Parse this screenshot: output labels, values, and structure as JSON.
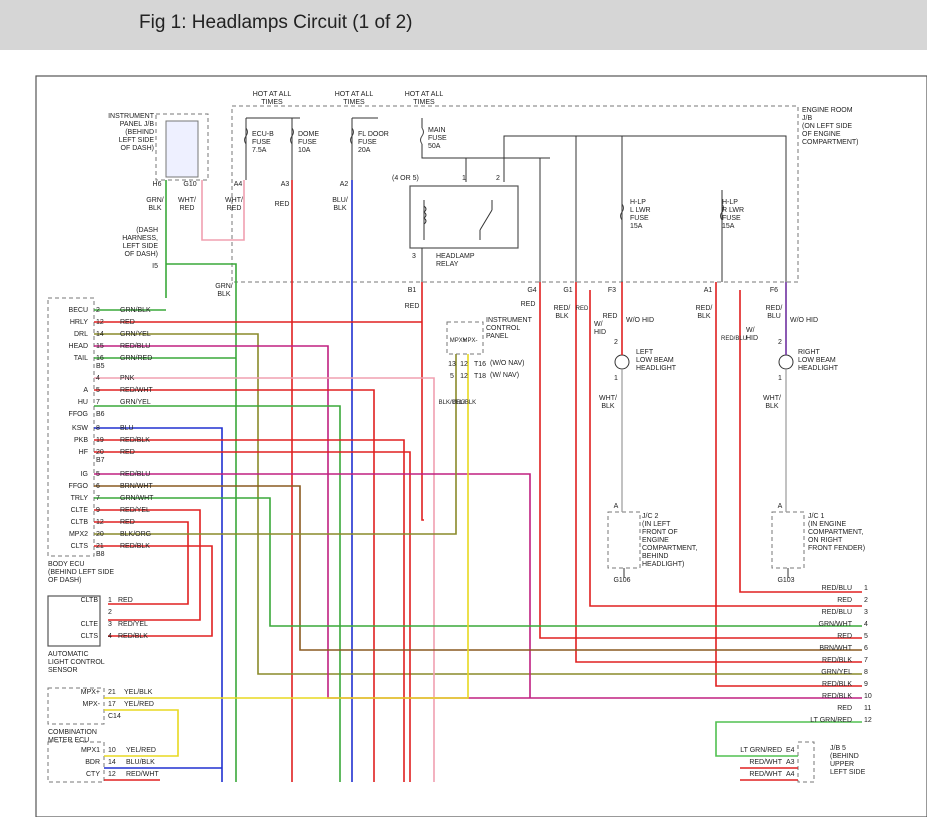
{
  "header": {
    "title": "Fig 1: Headlamps Circuit (1 of 2)"
  },
  "colors": {
    "red": "#e02020",
    "green": "#3aa83a",
    "pink": "#f0a0b0",
    "blue": "#2030d0",
    "yellow": "#e8d820",
    "olive": "#8a8a2a",
    "magenta": "#c02080",
    "brown": "#8a5a20",
    "purple": "#7030a0",
    "ltgreen": "#50c050",
    "gray": "#9a9a9a",
    "black": "#333333",
    "dashed": "#777777"
  },
  "diagram": {
    "hot_at_all_times": "HOT AT ALL\nTIMES",
    "instrument_panel_jb": "INSTRUMENT\nPANEL J/B\n(BEHIND\nLEFT SIDE\nOF DASH)",
    "engine_room_jb": "ENGINE ROOM\nJ/B\n(ON LEFT SIDE\nOF ENGINE\nCOMPARTMENT)",
    "ecu_b_fuse": "ECU-B\nFUSE\n7.5A",
    "dome_fuse": "DOME\nFUSE\n10A",
    "fl_door_fuse": "FL DOOR\nFUSE\n20A",
    "main_fuse": "MAIN\nFUSE\n50A",
    "hlp_l_fuse": "H-LP\nL LWR\nFUSE\n15A",
    "hlp_r_fuse": "H-LP\nR LWR\nFUSE\n15A",
    "headlamp_relay": "HEADLAMP\nRELAY",
    "relay_4or5": "(4 OR 5)",
    "dash_harness": "(DASH\nHARNESS,\nLEFT SIDE\nOF DASH)",
    "instrument_control_panel": "INSTRUMENT\nCONTROL\nPANEL",
    "wo_nav": "(W/O NAV)",
    "w_nav": "(W/ NAV)",
    "left_low_beam": "LEFT\nLOW BEAM\nHEADLIGHT",
    "right_low_beam": "RIGHT\nLOW BEAM\nHEADLIGHT",
    "w_hid": "W/\nHID",
    "wo_hid": "W/O HID",
    "jc2": "J/C 2\n(IN LEFT\nFRONT OF\nENGINE\nCOMPARTMENT,\nBEHIND\nHEADLIGHT)",
    "jc1": "J/C 1\n(IN ENGINE\nCOMPARTMENT,\nON RIGHT\nFRONT FENDER)",
    "g106": "G106",
    "g103": "G103",
    "body_ecu": "BODY ECU\n(BEHIND LEFT SIDE\nOF DASH)",
    "auto_light_sensor": "AUTOMATIC\nLIGHT CONTROL\nSENSOR",
    "combination_meter": "COMBINATION\nMETER ECU",
    "jb5": "J/B 5\n(BEHIND\nUPPER\nLEFT SIDE",
    "body_ecu_pins": [
      {
        "name": "BECU",
        "pin": "2",
        "wire": "GRN/BLK"
      },
      {
        "name": "HRLY",
        "pin": "12",
        "wire": "RED"
      },
      {
        "name": "DRL",
        "pin": "14",
        "wire": "GRN/YEL"
      },
      {
        "name": "HEAD",
        "pin": "15",
        "wire": "RED/BLU"
      },
      {
        "name": "TAIL",
        "pin": "16",
        "wire": "GRN/RED"
      },
      {
        "name": "",
        "pin": "B5",
        "wire": ""
      },
      {
        "name": "",
        "pin": "4",
        "wire": "PNK"
      },
      {
        "name": "A",
        "pin": "5",
        "wire": "RED/WHT"
      },
      {
        "name": "HU",
        "pin": "7",
        "wire": "GRN/YEL"
      },
      {
        "name": "FFOG",
        "pin": "B6",
        "wire": ""
      },
      {
        "name": "KSW",
        "pin": "8",
        "wire": "BLU"
      },
      {
        "name": "PKB",
        "pin": "19",
        "wire": "RED/BLK"
      },
      {
        "name": "HF",
        "pin": "20",
        "wire": "RED"
      },
      {
        "name": "",
        "pin": "B7",
        "wire": ""
      },
      {
        "name": "IG",
        "pin": "5",
        "wire": "RED/BLU"
      },
      {
        "name": "FFGO",
        "pin": "6",
        "wire": "BRN/WHT"
      },
      {
        "name": "TRLY",
        "pin": "7",
        "wire": "GRN/WHT"
      },
      {
        "name": "CLTE",
        "pin": "9",
        "wire": "RED/YEL"
      },
      {
        "name": "CLTB",
        "pin": "12",
        "wire": "RED"
      },
      {
        "name": "MPX2",
        "pin": "20",
        "wire": "BLK/ORG"
      },
      {
        "name": "CLTS",
        "pin": "21",
        "wire": "RED/BLK"
      },
      {
        "name": "",
        "pin": "B8",
        "wire": ""
      }
    ],
    "sensor_pins": [
      {
        "name": "CLTB",
        "pin": "1",
        "wire": "RED"
      },
      {
        "name": "",
        "pin": "2",
        "wire": ""
      },
      {
        "name": "CLTE",
        "pin": "3",
        "wire": "RED/YEL"
      },
      {
        "name": "CLTS",
        "pin": "4",
        "wire": "RED/BLK"
      }
    ],
    "meter_pins": [
      {
        "name": "MPX+",
        "pin": "21",
        "wire": "YEL/BLK"
      },
      {
        "name": "MPX-",
        "pin": "17",
        "wire": "YEL/RED"
      },
      {
        "name": "",
        "pin": "C14",
        "wire": ""
      }
    ],
    "meter_pins2": [
      {
        "name": "MPX1",
        "pin": "10",
        "wire": "YEL/RED"
      },
      {
        "name": "BDR",
        "pin": "14",
        "wire": "BLU/BLK"
      },
      {
        "name": "CTY",
        "pin": "12",
        "wire": "RED/WHT"
      }
    ],
    "right_column": [
      {
        "wire": "RED/BLU",
        "n": "1"
      },
      {
        "wire": "RED",
        "n": "2"
      },
      {
        "wire": "RED/BLU",
        "n": "3"
      },
      {
        "wire": "GRN/WHT",
        "n": "4"
      },
      {
        "wire": "RED",
        "n": "5"
      },
      {
        "wire": "BRN/WHT",
        "n": "6"
      },
      {
        "wire": "RED/BLK",
        "n": "7"
      },
      {
        "wire": "GRN/YEL",
        "n": "8"
      },
      {
        "wire": "RED/BLK",
        "n": "9"
      },
      {
        "wire": "RED/BLK",
        "n": "10"
      },
      {
        "wire": "RED",
        "n": "11"
      },
      {
        "wire": "LT GRN/RED",
        "n": "12"
      }
    ],
    "jb5_pins": [
      {
        "wire": "LT GRN/RED",
        "pin": "E4"
      },
      {
        "wire": "RED/WHT",
        "pin": "A3"
      },
      {
        "wire": "RED/WHT",
        "pin": "A4"
      }
    ],
    "labels": {
      "h6": "H6",
      "g10": "G10",
      "a4": "A4",
      "a3": "A3",
      "a2": "A2",
      "i5": "I5",
      "b1": "B1",
      "g4": "G4",
      "g1": "G1",
      "f3": "F3",
      "a1": "A1",
      "f6": "F6",
      "grn_blk": "GRN/\nBLK",
      "wht_red": "WHT/\nRED",
      "red": "RED",
      "blu_blk": "BLU/\nBLK",
      "red_blk": "RED/\nBLK",
      "red_blu": "RED/\nBLU",
      "wht_blk": "WHT/\nBLK",
      "mpx_plus": "MPX+",
      "mpx_minus": "MPX-",
      "blk_org": "BLK/ORG",
      "yel_blk": "YEL/BLK",
      "pin13": "13",
      "pin12": "12",
      "pin5": "5",
      "t16": "T16",
      "t18": "T18",
      "one": "1",
      "two": "2",
      "three": "3",
      "a": "A",
      "redblu_vert": "RED/BLU",
      "red_vert": "RED"
    }
  }
}
